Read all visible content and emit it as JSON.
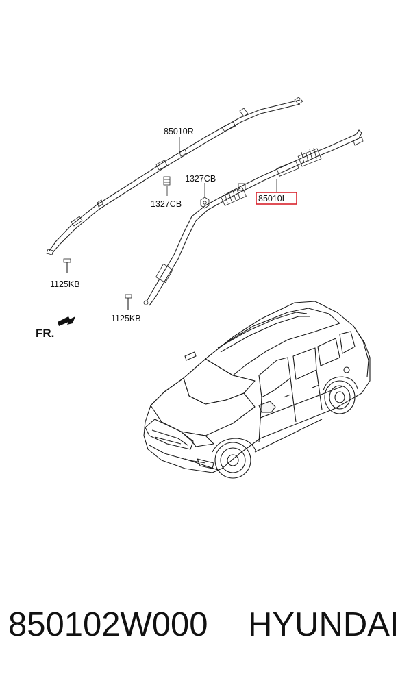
{
  "labels": {
    "curtain_right": "85010R",
    "curtain_left": "85010L",
    "clip_upper": "1327CB",
    "clip_lower": "1327CB",
    "bolt_rear": "1125KB",
    "bolt_front": "1125KB",
    "direction": "FR."
  },
  "footer": {
    "part_number": "850102W000",
    "brand": "HYUNDAI"
  },
  "colors": {
    "highlight": "#d9232d",
    "line": "#222222"
  }
}
